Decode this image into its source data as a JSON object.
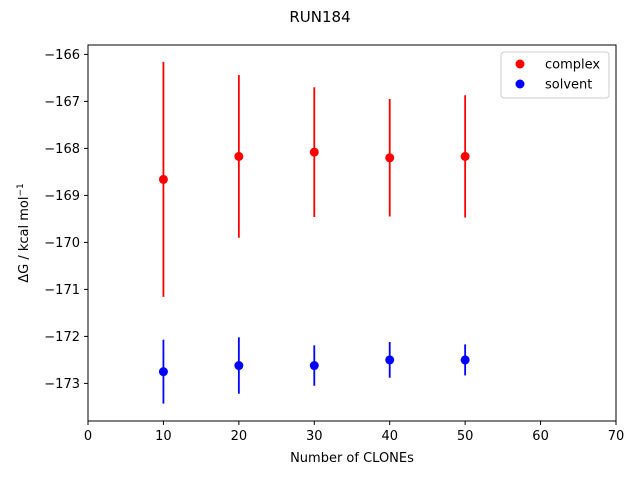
{
  "chart_data": {
    "type": "scatter",
    "title": "RUN184",
    "xlabel": "Number of CLONEs",
    "ylabel_main": "ΔG / kcal mol",
    "ylabel_sup": "−1",
    "xlim": [
      0,
      70
    ],
    "ylim": [
      -173.8,
      -165.8
    ],
    "xticks": [
      0,
      10,
      20,
      30,
      40,
      50,
      60,
      70
    ],
    "yticks": [
      -166,
      -167,
      -168,
      -169,
      -170,
      -171,
      -172,
      -173
    ],
    "grid": false,
    "legend_position": "top-right",
    "series": [
      {
        "name": "complex",
        "color": "#ff0000",
        "points": [
          {
            "x": 10,
            "y": -168.66,
            "yerr": 2.5
          },
          {
            "x": 20,
            "y": -168.17,
            "yerr": 1.73
          },
          {
            "x": 30,
            "y": -168.08,
            "yerr": 1.38
          },
          {
            "x": 40,
            "y": -168.2,
            "yerr": 1.25
          },
          {
            "x": 50,
            "y": -168.17,
            "yerr": 1.3
          }
        ]
      },
      {
        "name": "solvent",
        "color": "#0000ff",
        "points": [
          {
            "x": 10,
            "y": -172.75,
            "yerr": 0.68
          },
          {
            "x": 20,
            "y": -172.62,
            "yerr": 0.6
          },
          {
            "x": 30,
            "y": -172.62,
            "yerr": 0.43
          },
          {
            "x": 40,
            "y": -172.5,
            "yerr": 0.38
          },
          {
            "x": 50,
            "y": -172.5,
            "yerr": 0.33
          }
        ]
      }
    ]
  }
}
